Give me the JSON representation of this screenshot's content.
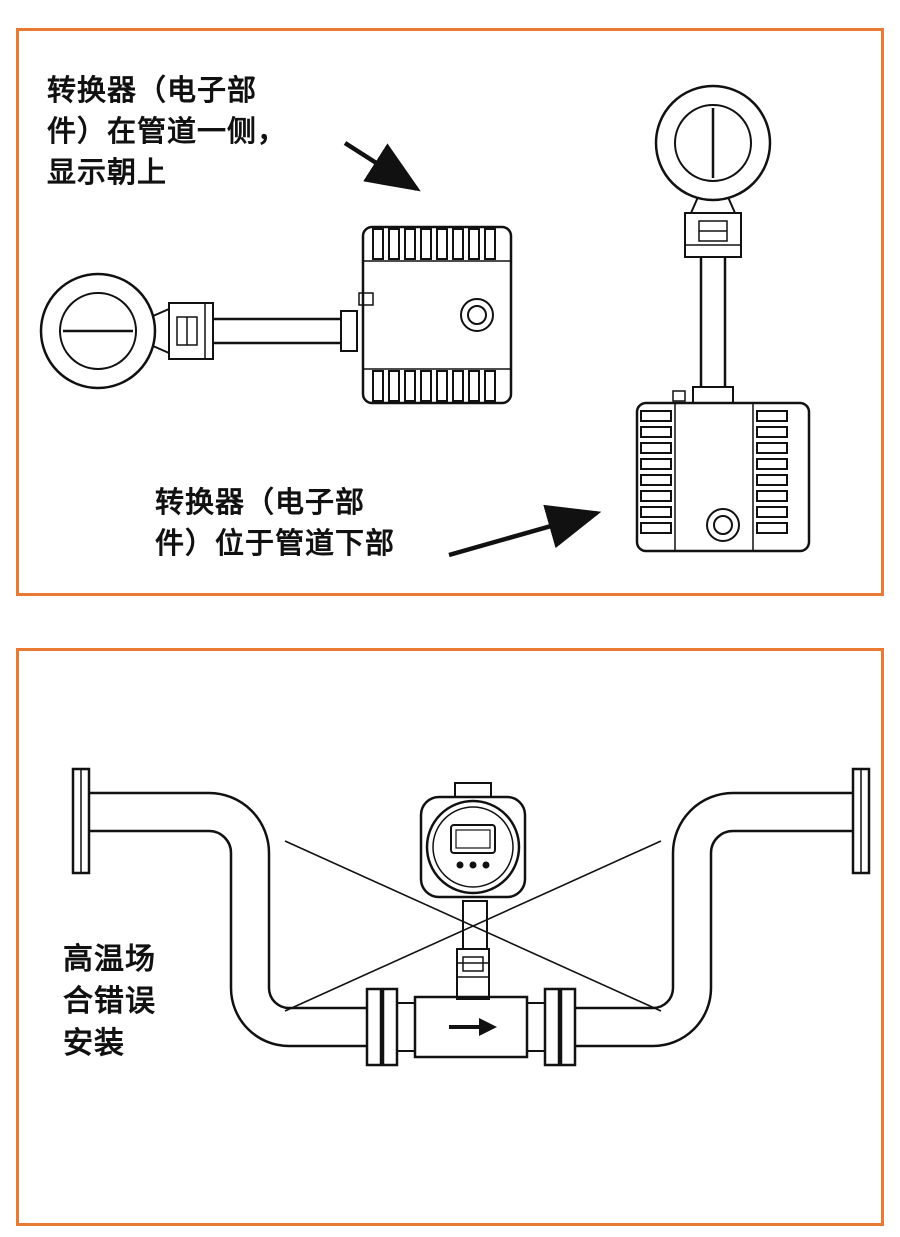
{
  "page": {
    "background": "#ffffff",
    "panel_border_color": "#E87A33",
    "line_color": "#111111"
  },
  "panel_top": {
    "label_side_mounted": {
      "line1": "转换器（电子部",
      "line2": "件）在管道一侧，",
      "line3": "显示朝上"
    },
    "label_bottom_mounted": {
      "line1": "转换器（电子部",
      "line2": "件）位于管道下部"
    }
  },
  "panel_bottom": {
    "label_wrong_install": {
      "line1": "高温场",
      "line2": "合错误",
      "line3": "安装"
    }
  }
}
